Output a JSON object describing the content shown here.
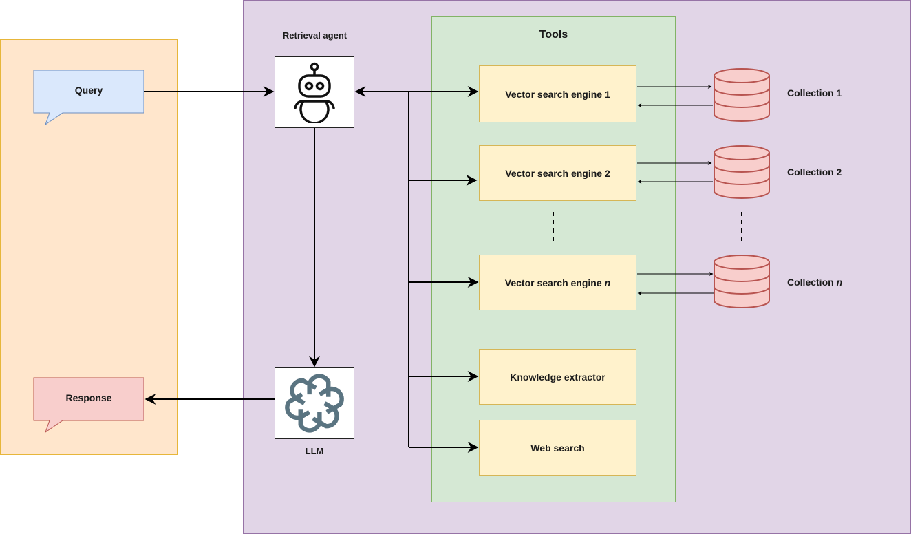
{
  "user_side": {
    "query_label": "Query",
    "response_label": "Response"
  },
  "agent": {
    "retrieval_agent_label": "Retrieval agent",
    "robot_icon": "robot-icon",
    "llm_label": "LLM",
    "llm_icon": "openai-logo-icon"
  },
  "tools": {
    "title": "Tools",
    "vector_engines": [
      {
        "label": "Vector search engine 1",
        "suffix": ""
      },
      {
        "label": "Vector search engine 2",
        "suffix": ""
      },
      {
        "label": "Vector search engine",
        "suffix": "n"
      }
    ],
    "knowledge_extractor_label": "Knowledge extractor",
    "web_search_label": "Web search"
  },
  "collections": [
    {
      "label": "Collection 1",
      "suffix": ""
    },
    {
      "label": "Collection 2",
      "suffix": ""
    },
    {
      "label": "Collection",
      "suffix": "n"
    }
  ],
  "colors": {
    "user_panel_fill": "#ffe6cc",
    "agent_panel_fill": "#e1d5e7",
    "tools_panel_fill": "#d5e8d4",
    "tool_box_fill": "#fff2cc",
    "query_bubble_fill": "#dae8fc",
    "response_bubble_fill": "#f8cecc",
    "database_fill": "#f8cecc",
    "database_stroke": "#b85450",
    "llm_logo": "#5a7481"
  }
}
